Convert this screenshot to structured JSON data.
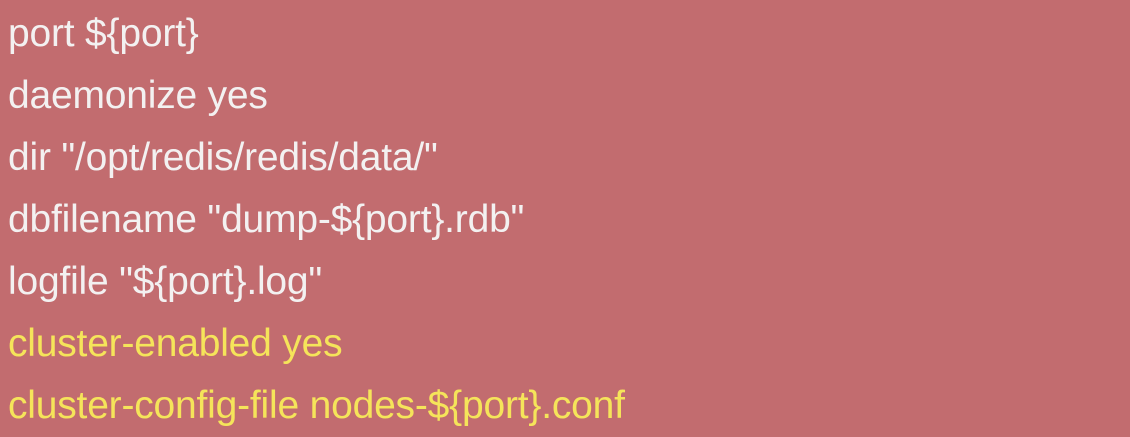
{
  "colors": {
    "background": "#c26c6f",
    "text": "#f3f1f1",
    "highlight": "#f5e45a"
  },
  "config_lines": [
    {
      "text": "port ${port}",
      "highlight": false
    },
    {
      "text": "daemonize yes",
      "highlight": false
    },
    {
      "text": "dir \"/opt/redis/redis/data/\"",
      "highlight": false
    },
    {
      "text": "dbfilename \"dump-${port}.rdb\"",
      "highlight": false
    },
    {
      "text": "logfile \"${port}.log\"",
      "highlight": false
    },
    {
      "text": "cluster-enabled yes",
      "highlight": true
    },
    {
      "text": "cluster-config-file nodes-${port}.conf",
      "highlight": true
    }
  ]
}
